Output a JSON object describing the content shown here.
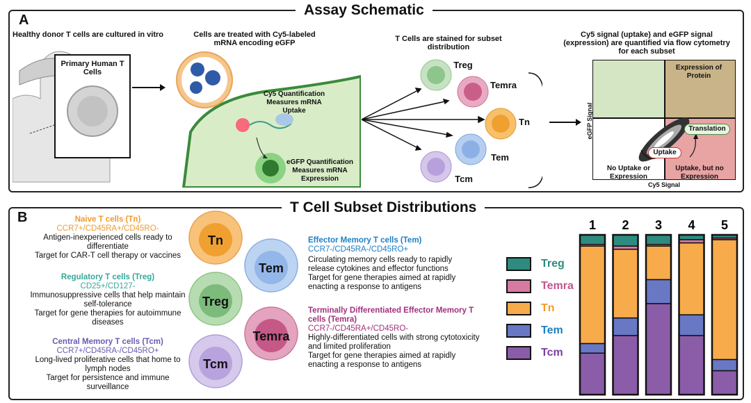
{
  "panelA": {
    "letter": "A",
    "title": "Assay Schematic",
    "step1_caption": "Healthy donor T cells are cultured in vitro",
    "step1_box_label": "Primary Human T Cells",
    "step2_caption": "Cells are treated with Cy5-labeled mRNA encoding eGFP",
    "cy5_note": "Cy5 Quantification Measures mRNA Uptake",
    "egfp_note": "eGFP Quantification Measures mRNA Expression",
    "step3_caption": "T Cells are stained for subset distribution",
    "cells": [
      "Treg",
      "Temra",
      "Tn",
      "Tem",
      "Tcm"
    ],
    "step4_caption": "Cy5 signal (uptake) and eGFP signal (expression) are quantified via flow cytometry for each subset",
    "flow": {
      "y_axis": "eGFP Signal",
      "x_axis": "Cy5 Signal",
      "q_top_right": "Expression of Protein",
      "q_bottom_left": "No Uptake or Expression",
      "q_bottom_right": "Uptake, but no Expression",
      "uptake_label": "Uptake",
      "translation_label": "Translation",
      "colors": {
        "green": "#d4e6c3",
        "tan": "#c9b48a",
        "red": "#e8a3a3",
        "white": "#ffffff"
      }
    }
  },
  "panelB": {
    "letter": "B",
    "title": "T Cell Subset Distributions",
    "subsets": {
      "tn": {
        "name": "Naive T cells (Tn)",
        "markers": "CCR7+/CD45RA+/CD45RO-",
        "desc": "Antigen-inexperienced cells ready to differentiate",
        "target": "Target for CAR-T cell therapy or vaccines",
        "name_color": "#f39a2b"
      },
      "treg": {
        "name": "Regulatory T cells (Treg)",
        "markers": "CD25+/CD127-",
        "desc": "Immunosuppressive cells that help maintain self-tolerance",
        "target": "Target for gene therapies for autoimmune diseases",
        "name_color": "#35a79a"
      },
      "tcm": {
        "name": "Central Memory T cells (Tcm)",
        "markers": "CCR7+/CD45RA-/CD45RO+",
        "desc": "Long-lived proliferative cells that home to lymph nodes",
        "target": "Target for persistence and immune surveillance",
        "name_color": "#6a5bb2"
      },
      "tem": {
        "name": "Effector Memory T cells (Tem)",
        "markers": "CCR7-/CD45RA-/CD45RO+",
        "desc": "Circulating memory cells ready to rapidly release cytokines and effector functions",
        "target": "Target for gene therapies aimed at rapidly enacting a response to antigens",
        "name_color": "#1d7fc4"
      },
      "temra": {
        "name": "Terminally Differentiated Effector Memory T cells (Temra)",
        "markers": "CCR7-/CD45RA+/CD45RO-",
        "desc": "Highly-differentiated cells with strong cytotoxicity and limited proliferation",
        "target": "Target for gene therapies aimed at rapidly enacting a response to antigens",
        "name_color": "#a1317c"
      }
    },
    "circles": {
      "tn": "Tn",
      "treg": "Treg",
      "tcm": "Tcm",
      "tem": "Tem",
      "temra": "Temra"
    }
  },
  "chart_data": {
    "type": "bar",
    "stacked": true,
    "categories": [
      "1",
      "2",
      "3",
      "4",
      "5"
    ],
    "series": [
      {
        "name": "Tcm",
        "color": "#8b5ca8",
        "values": [
          26,
          37,
          57,
          37,
          15
        ]
      },
      {
        "name": "Tem",
        "color": "#6878c4",
        "values": [
          6,
          11,
          15,
          13,
          7
        ]
      },
      {
        "name": "Tn",
        "color": "#f7ab4a",
        "values": [
          61,
          43,
          21,
          45,
          75
        ]
      },
      {
        "name": "Temra",
        "color": "#d77aa3",
        "values": [
          1,
          2,
          1,
          2,
          1
        ]
      },
      {
        "name": "Treg",
        "color": "#2e8b7f",
        "values": [
          6,
          7,
          6,
          3,
          2
        ]
      }
    ],
    "legend_order": [
      "Treg",
      "Temra",
      "Tn",
      "Tem",
      "Tcm"
    ],
    "legend_colors": {
      "Treg": "#2e8b7f",
      "Temra": "#d77aa3",
      "Tn": "#f7ab4a",
      "Tem": "#6878c4",
      "Tcm": "#8b5ca8"
    },
    "legend_text_colors": {
      "Treg": "#2e8b7f",
      "Temra": "#c0578b",
      "Tn": "#f39a2b",
      "Tem": "#1d7fc4",
      "Tcm": "#7a3fa0"
    },
    "ylim": [
      0,
      100
    ],
    "legend_position": "left"
  }
}
